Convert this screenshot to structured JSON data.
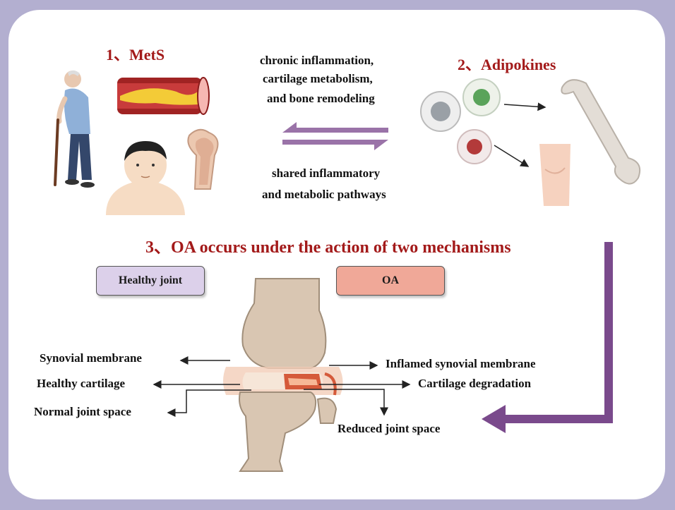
{
  "sections": {
    "mets": "1、MetS",
    "adipokines": "2、Adipokines",
    "oa_heading": "3、OA occurs under the action of two mechanisms"
  },
  "links": {
    "forward": [
      "chronic inflammation,",
      "cartilage metabolism,",
      "and bone remodeling"
    ],
    "backward": [
      "shared inflammatory",
      "and metabolic pathways"
    ]
  },
  "boxes": {
    "healthy": "Healthy joint",
    "oa": "OA"
  },
  "labels": {
    "synovial_membrane": "Synovial membrane",
    "healthy_cartilage": "Healthy cartilage",
    "normal_joint_space": "Normal joint space",
    "inflamed_synovial_membrane": "Inflamed synovial membrane",
    "cartilage_degradation": "Cartilage degradation",
    "reduced_joint_space": "Reduced joint space"
  },
  "colors": {
    "background": "#b3afd0",
    "heading": "#a31a1a",
    "arrow": "#7a4a8c",
    "healthy_box": "#dcd0ea",
    "oa_box": "#f0a898"
  }
}
